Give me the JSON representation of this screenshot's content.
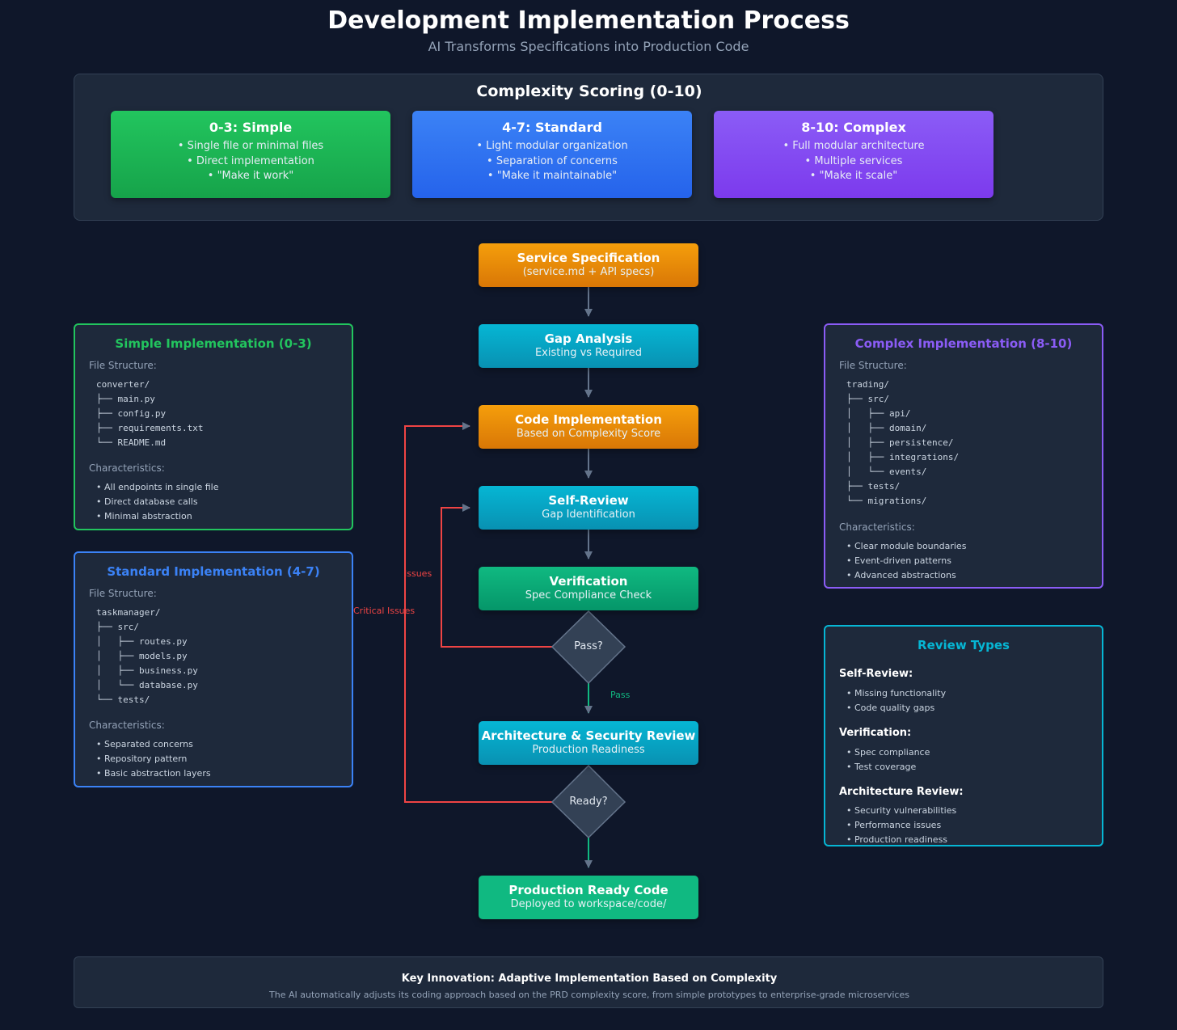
{
  "header": {
    "title": "Development Implementation Process",
    "subtitle": "AI Transforms Specifications into Production Code"
  },
  "complexity": {
    "title": "Complexity Scoring (0-10)",
    "cards": [
      {
        "title": "0-3: Simple",
        "lines": [
          "• Single file or minimal files",
          "• Direct implementation",
          "• \"Make it work\""
        ],
        "color": "#22c55e"
      },
      {
        "title": "4-7: Standard",
        "lines": [
          "• Light modular organization",
          "• Separation of concerns",
          "• \"Make it maintainable\""
        ],
        "color": "#3b82f6"
      },
      {
        "title": "8-10: Complex",
        "lines": [
          "• Full modular architecture",
          "• Multiple services",
          "• \"Make it scale\""
        ],
        "color": "#8b5cf6"
      }
    ]
  },
  "flow": {
    "nodes": [
      {
        "title": "Service Specification",
        "sub": "(service.md + API specs)"
      },
      {
        "title": "Gap Analysis",
        "sub": "Existing vs Required"
      },
      {
        "title": "Code Implementation",
        "sub": "Based on Complexity Score"
      },
      {
        "title": "Self-Review",
        "sub": "Gap Identification"
      },
      {
        "title": "Verification",
        "sub": "Spec Compliance Check"
      },
      {
        "title": "Architecture & Security Review",
        "sub": "Production Readiness"
      },
      {
        "title": "Production Ready Code",
        "sub": "Deployed to workspace/code/"
      }
    ],
    "decisions": [
      "Pass?",
      "Ready?"
    ],
    "edge_labels": {
      "issues": "Issues",
      "critical": "Critical Issues",
      "pass": "Pass"
    }
  },
  "simple_impl": {
    "title": "Simple Implementation (0-3)",
    "file_label": "File Structure:",
    "files": [
      "converter/",
      "├── main.py",
      "├── config.py",
      "├── requirements.txt",
      "└── README.md"
    ],
    "char_label": "Characteristics:",
    "chars": [
      "• All endpoints in single file",
      "• Direct database calls",
      "• Minimal abstraction"
    ],
    "color": "#22c55e"
  },
  "standard_impl": {
    "title": "Standard Implementation (4-7)",
    "file_label": "File Structure:",
    "files": [
      "taskmanager/",
      "├── src/",
      "│   ├── routes.py",
      "│   ├── models.py",
      "│   ├── business.py",
      "│   └── database.py",
      "└── tests/"
    ],
    "char_label": "Characteristics:",
    "chars": [
      "• Separated concerns",
      "• Repository pattern",
      "• Basic abstraction layers"
    ],
    "color": "#3b82f6"
  },
  "complex_impl": {
    "title": "Complex Implementation (8-10)",
    "file_label": "File Structure:",
    "files": [
      "trading/",
      "├── src/",
      "│   ├── api/",
      "│   ├── domain/",
      "│   ├── persistence/",
      "│   ├── integrations/",
      "│   └── events/",
      "├── tests/",
      "└── migrations/"
    ],
    "char_label": "Characteristics:",
    "chars": [
      "• Clear module boundaries",
      "• Event-driven patterns",
      "• Advanced abstractions"
    ],
    "color": "#8b5cf6"
  },
  "review_types": {
    "title": "Review Types",
    "groups": [
      {
        "heading": "Self-Review:",
        "items": [
          "• Missing functionality",
          "• Code quality gaps"
        ]
      },
      {
        "heading": "Verification:",
        "items": [
          "• Spec compliance",
          "• Test coverage"
        ]
      },
      {
        "heading": "Architecture Review:",
        "items": [
          "• Security vulnerabilities",
          "• Performance issues",
          "• Production readiness"
        ]
      }
    ],
    "color": "#06b6d4"
  },
  "footer": {
    "title": "Key Innovation: Adaptive Implementation Based on Complexity",
    "text": "The AI automatically adjusts its coding approach based on the PRD complexity score, from simple prototypes to enterprise-grade microservices"
  }
}
